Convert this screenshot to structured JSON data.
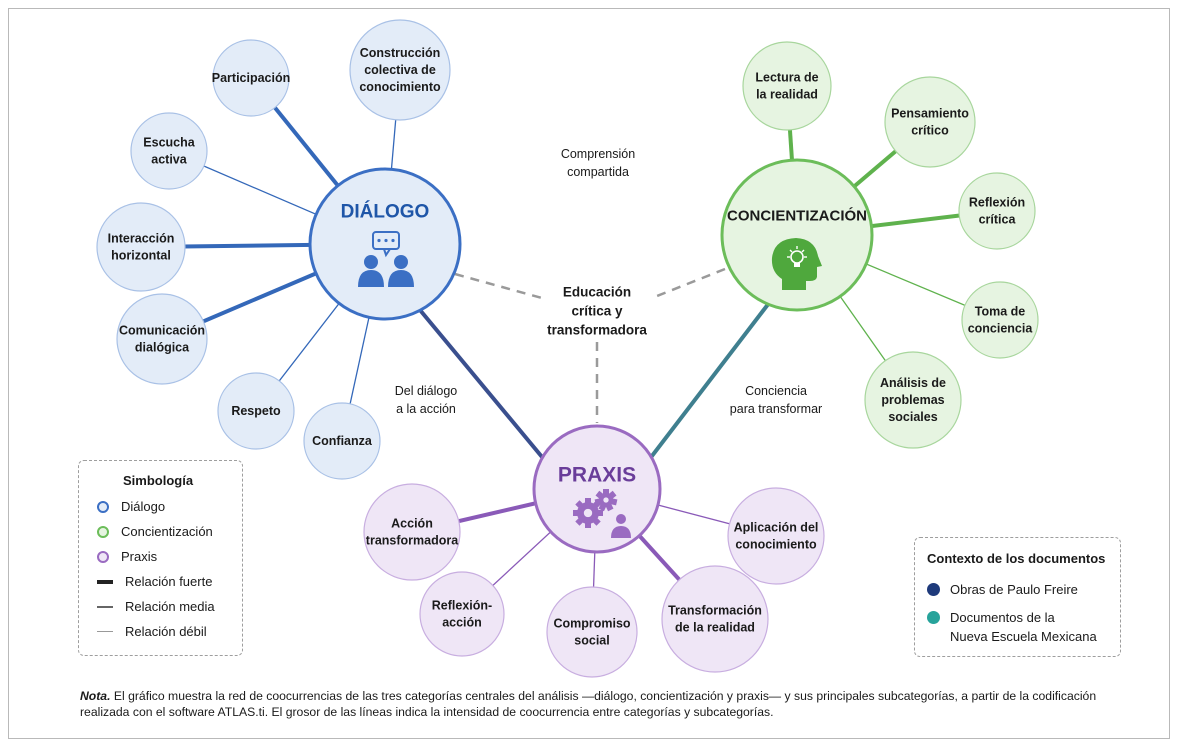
{
  "colors": {
    "dialogo_stroke": "#3b6fc4",
    "dialogo_fill": "#e3ecf8",
    "dialogo_line": "#3468b9",
    "dialogo_text": "#1f56a8",
    "concient_stroke": "#6cbd5a",
    "concient_fill": "#e6f4e1",
    "concient_line": "#5fb24d",
    "concient_icon": "#4fa83d",
    "praxis_stroke": "#9a6bc1",
    "praxis_fill": "#efe6f6",
    "praxis_line": "#8a5ab8",
    "praxis_text": "#6a3d9a",
    "core_dash": "#9a9a9a",
    "freire": "#1e3a7b",
    "nem": "#27a39b"
  },
  "center": {
    "label": "Educación crítica y transformadora",
    "lines": [
      "Educación",
      "crítica y",
      "transformadora"
    ]
  },
  "main_nodes": {
    "dialogo": {
      "label": "DIÁLOGO",
      "icon": "dialogue-people-icon"
    },
    "concientizacion": {
      "label": "CONCIENTIZACIÓN",
      "icon": "head-lightbulb-icon"
    },
    "praxis": {
      "label": "PRAXIS",
      "icon": "gears-person-icon"
    }
  },
  "edges": {
    "dialogo_concientizacion": [
      "Comprensión",
      "compartida"
    ],
    "dialogo_praxis": [
      "Del diálogo",
      "a la acción"
    ],
    "concientizacion_praxis": [
      "Conciencia",
      "para transformar"
    ]
  },
  "sub_dialogo": [
    {
      "lines": [
        "Construcción",
        "colectiva de",
        "conocimiento"
      ],
      "strength": "weak"
    },
    {
      "lines": [
        "Participación"
      ],
      "strength": "strong"
    },
    {
      "lines": [
        "Escucha",
        "activa"
      ],
      "strength": "weak"
    },
    {
      "lines": [
        "Interacción",
        "horizontal"
      ],
      "strength": "strong"
    },
    {
      "lines": [
        "Comunicación",
        "dialógica"
      ],
      "strength": "strong"
    },
    {
      "lines": [
        "Respeto"
      ],
      "strength": "weak"
    },
    {
      "lines": [
        "Confianza"
      ],
      "strength": "weak"
    }
  ],
  "sub_concientizacion": [
    {
      "lines": [
        "Lectura de",
        "la realidad"
      ],
      "strength": "strong"
    },
    {
      "lines": [
        "Pensamiento",
        "crítico"
      ],
      "strength": "strong"
    },
    {
      "lines": [
        "Reflexión",
        "crítica"
      ],
      "strength": "strong"
    },
    {
      "lines": [
        "Toma de",
        "conciencia"
      ],
      "strength": "weak"
    },
    {
      "lines": [
        "Análisis de",
        "problemas",
        "sociales"
      ],
      "strength": "weak"
    }
  ],
  "sub_praxis": [
    {
      "lines": [
        "Acción",
        "transformadora"
      ],
      "strength": "strong"
    },
    {
      "lines": [
        "Reflexión-",
        "acción"
      ],
      "strength": "weak"
    },
    {
      "lines": [
        "Compromiso",
        "social"
      ],
      "strength": "weak"
    },
    {
      "lines": [
        "Transformación",
        "de la realidad"
      ],
      "strength": "strong"
    },
    {
      "lines": [
        "Aplicación del",
        "conocimiento"
      ],
      "strength": "weak"
    }
  ],
  "legend": {
    "title": "Simbología",
    "dialogo": "Diálogo",
    "concientizacion": "Concientización",
    "praxis": "Praxis",
    "fuerte": "Relación fuerte",
    "media": "Relación media",
    "debil": "Relación débil"
  },
  "context": {
    "title": "Contexto de los documentos",
    "freire": "Obras de Paulo Freire",
    "nem_1": "Documentos de la",
    "nem_2": "Nueva Escuela Mexicana"
  },
  "note": {
    "lead": "Nota.",
    "text": " El gráfico muestra la red de coocurrencias de las tres categorías centrales del análisis —diálogo, concientización y praxis— y sus principales subcategorías, a partir de la codificación realizada con el software ATLAS.ti. El grosor de las líneas indica la intensidad de coocurrencia entre categorías y subcategorías."
  }
}
